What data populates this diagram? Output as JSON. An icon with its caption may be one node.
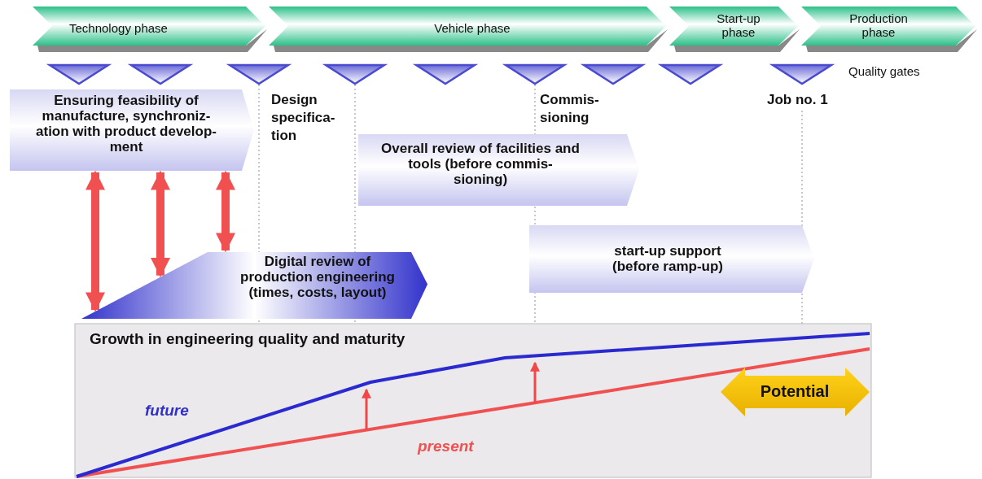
{
  "diagram": {
    "nodes": [
      {
        "text": [
          "Technology phase"
        ]
      },
      {
        "text": [
          "Vehicle phase"
        ]
      },
      {
        "text": [
          "Start-up phase"
        ]
      },
      {
        "text": [
          "Production phase"
        ]
      },
      {
        "text": [],
        "shape": "triangle"
      },
      {
        "text": [],
        "shape": "triangle"
      },
      {
        "text": [],
        "shape": "triangle"
      },
      {
        "text": [],
        "shape": "triangle"
      },
      {
        "text": [],
        "shape": "triangle"
      },
      {
        "text": [],
        "shape": "triangle"
      },
      {
        "text": [],
        "shape": "triangle"
      },
      {
        "text": [],
        "shape": "triangle"
      },
      {
        "text": [],
        "shape": "triangle"
      },
      {
        "text": [
          "Ensuring feasibility of manufacture, synchroniz- ation with product develop- ment"
        ]
      },
      {
        "text": [
          "Overall review of facilities and tools (before commis- sioning)"
        ]
      },
      {
        "text": [
          "Digital review of production engineering (times, costs, layout)"
        ]
      },
      {
        "text": [
          "start-up support (before ramp-up)"
        ]
      },
      {
        "text": [
          "Growth in engineering quality and maturity"
        ]
      },
      {
        "text": [
          "Potential"
        ],
        "in": 17
      }
    ],
    "edges": [
      {
        "from": 13,
        "to": 15,
        "arrow": "both"
      },
      {
        "from": 13,
        "to": 15,
        "arrow": "both"
      },
      {
        "from": 13,
        "to": 15,
        "arrow": "both"
      }
    ],
    "labels": [
      "Quality gates",
      "Design specifica- tion",
      "Commis- sioning",
      "Job no. 1",
      "future",
      "present"
    ]
  }
}
